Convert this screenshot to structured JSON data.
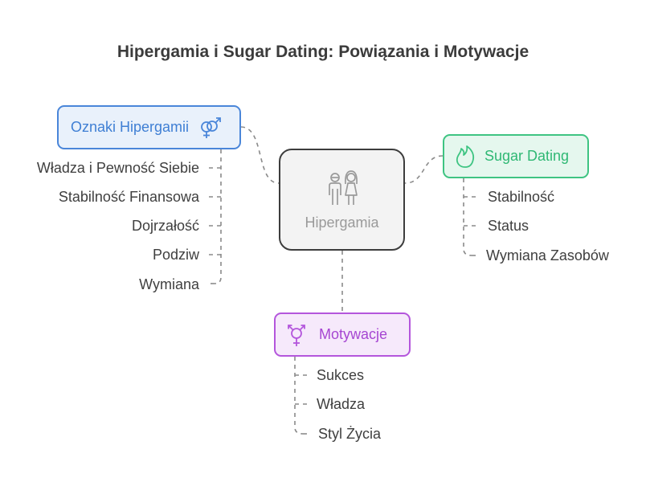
{
  "title": "Hipergamia i Sugar Dating: Powiązania i Motywacje",
  "center": {
    "label": "Hipergamia",
    "icon": "couple-icon"
  },
  "signs": {
    "label": "Oznaki Hipergamii",
    "icon": "gender-symbols-icon",
    "color": "#4a86d9",
    "items": [
      "Władza i Pewność Siebie",
      "Stabilność Finansowa",
      "Dojrzałość",
      "Podziw",
      "Wymiana"
    ]
  },
  "sugar": {
    "label": "Sugar Dating",
    "icon": "flame-icon",
    "color": "#3ec482",
    "items": [
      "Stabilność",
      "Status",
      "Wymiana Zasobów"
    ]
  },
  "motivations": {
    "label": "Motywacje",
    "icon": "transgender-symbol-icon",
    "color": "#b456dc",
    "items": [
      "Sukces",
      "Władza",
      "Styl Życia"
    ]
  }
}
